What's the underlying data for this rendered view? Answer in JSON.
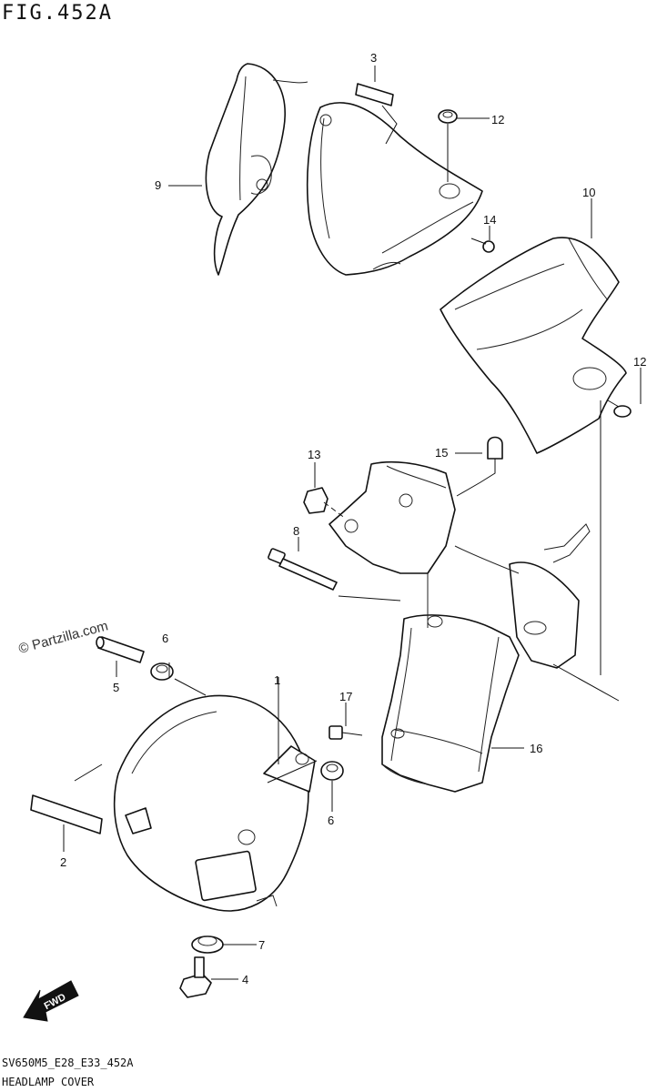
{
  "figure": {
    "title": "FIG.452A",
    "watermark": "© Partzilla.com",
    "fwd_label": "FWD",
    "code": "SV650M5_E28_E33_452A",
    "name": "HEADLAMP COVER"
  },
  "callouts": {
    "c1": "1",
    "c2": "2",
    "c3": "3",
    "c4": "4",
    "c5": "5",
    "c6a": "6",
    "c6b": "6",
    "c7": "7",
    "c8": "8",
    "c9": "9",
    "c10": "10",
    "c12a": "12",
    "c12b": "12",
    "c13": "13",
    "c14": "14",
    "c15": "15",
    "c16": "16",
    "c17": "17"
  }
}
